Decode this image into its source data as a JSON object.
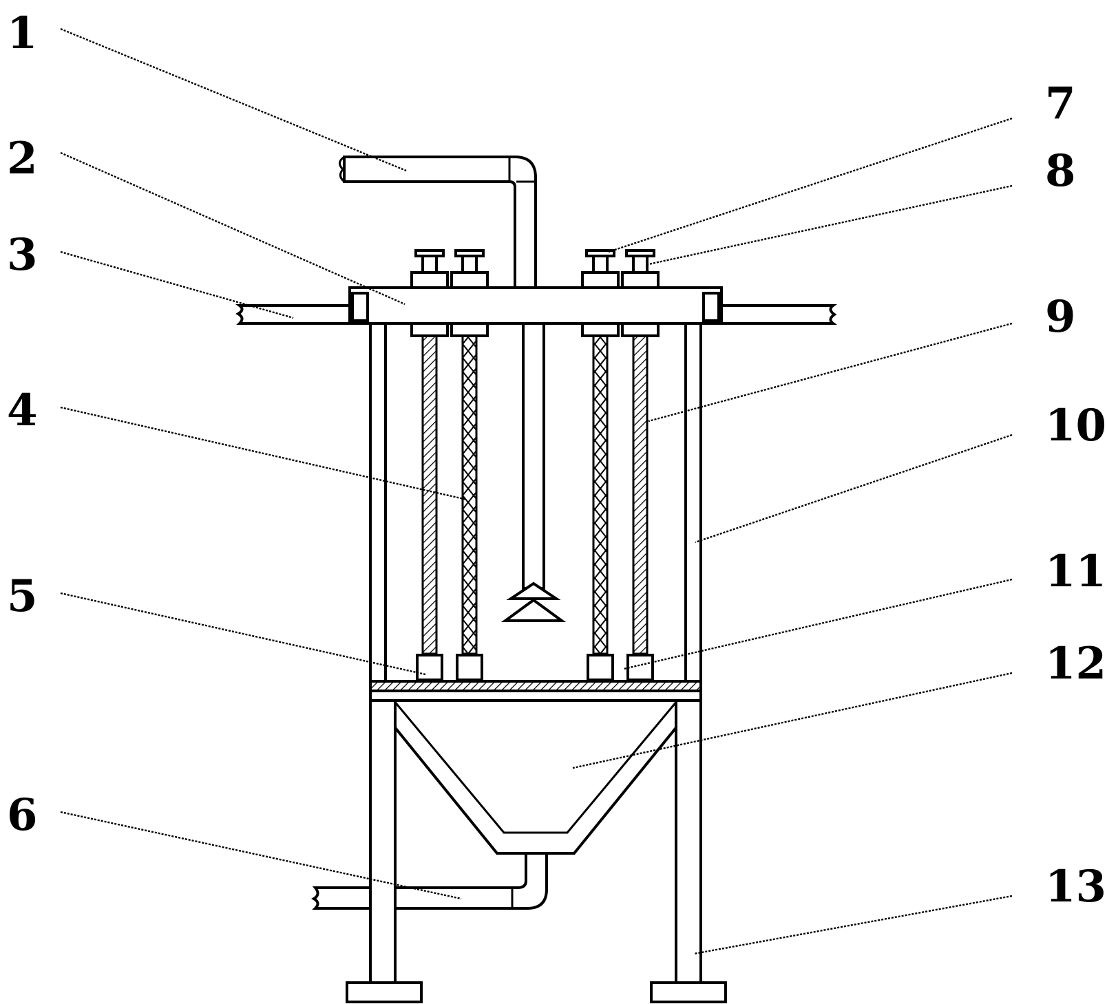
{
  "labels": {
    "l1": "1",
    "l2": "2",
    "l3": "3",
    "l4": "4",
    "l5": "5",
    "l6": "6",
    "l7": "7",
    "l8": "8",
    "l9": "9",
    "l10": "10",
    "l11": "11",
    "l12": "12",
    "l13": "13"
  },
  "colors": {
    "line": "#000000",
    "background": "#ffffff"
  }
}
